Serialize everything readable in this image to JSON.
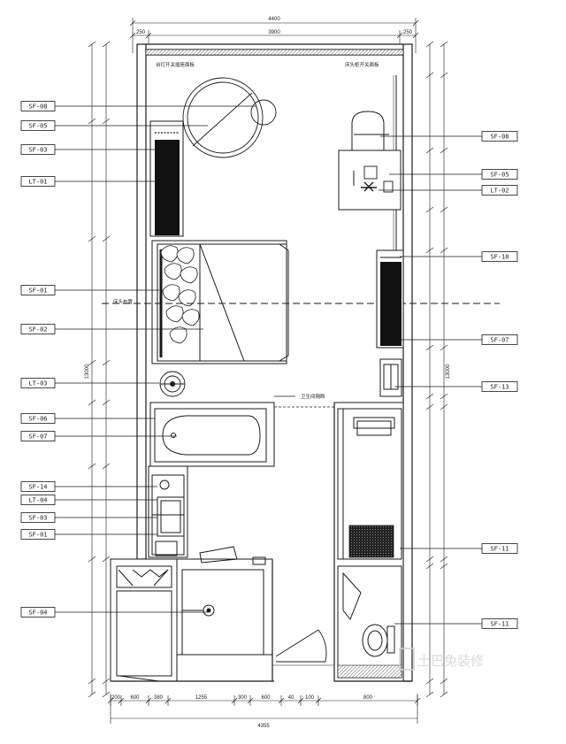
{
  "dimensions": {
    "top_overall": "4400",
    "top_left": "250",
    "top_middle": "3900",
    "top_right": "250",
    "bottom_overall": "4355",
    "bottom_segments": [
      "200",
      "600",
      "380",
      "1255",
      "300",
      "600",
      "40",
      "100",
      "800"
    ],
    "left_overall": "13000",
    "right_overall": "13000"
  },
  "labels": {
    "left_tags": [
      "SF-08",
      "SF-05",
      "SF-03",
      "LT-01",
      "SF-01",
      "SF-02",
      "LT-03",
      "SF-06",
      "SF-07",
      "SF-14",
      "LT-04",
      "SF-03",
      "SF-01",
      "SF-04"
    ],
    "right_tags": [
      "SF-08",
      "SF-05",
      "LT-02",
      "SF-10",
      "SF-07",
      "SF-13",
      "SF-11",
      "SF-11"
    ]
  },
  "notes": {
    "top_left_note": "台灯开关插座面板",
    "top_right_note": "床头柜开关面板",
    "bed_note": "床头布置",
    "center_note": "卫生间隔断"
  },
  "watermark": {
    "text": "土巴兔装修"
  },
  "colors": {
    "line": "#1a1a1a",
    "fill_dark": "#111111",
    "hatch": "#555555"
  }
}
